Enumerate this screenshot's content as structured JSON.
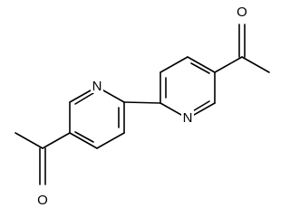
{
  "structure": {
    "atoms": {
      "n_right": "N",
      "n_left": "N",
      "o_top": "O",
      "o_bottom": "O"
    }
  }
}
